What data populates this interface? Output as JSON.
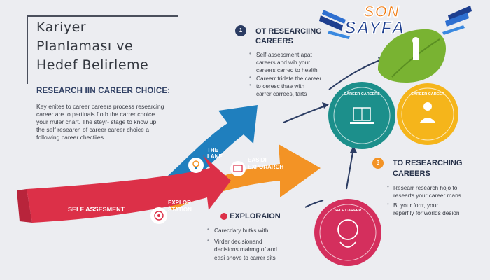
{
  "colors": {
    "background": "#ecedf1",
    "red": "#dc3048",
    "blue": "#1f7fbe",
    "orange": "#f39325",
    "teal": "#1c8f8b",
    "green": "#79b332",
    "yellow": "#f5b51b",
    "magenta": "#d42f5d",
    "navy": "#2b3c63"
  },
  "title": {
    "line1": "Kariyer",
    "line2": "Planlaması ve",
    "line3": "Hedef Belirleme"
  },
  "intro": {
    "heading": "RESEARCH IIN CAREER CHOICE:",
    "lines": [
      "Key enites to career careers process researcing",
      "career are to pertinais fto b the carrer choice",
      "your rruler chart. The steyr- stage to know up",
      "the self researcn of career career choice a",
      "following career chectiies."
    ]
  },
  "logo": {
    "top": "SON",
    "bottom": "SAYFA"
  },
  "step_top": {
    "number": "1",
    "title_line1": "OT RESEARCIING",
    "title_line2": "CAREERS",
    "bullets": [
      "Self-assessment apat",
      "careers and wih your",
      "careers carred to health",
      "Careerr tridate the career",
      "to ceresc thae with",
      "carrer carrees, tarts"
    ]
  },
  "step_right": {
    "number": "3",
    "title_line1": "TO   RESEARCHING",
    "title_line2": "CAREERS",
    "bullets": [
      "Researr research hojo to",
      "researts your career mans",
      "B, your forrr, your",
      "reperfily for worlds desion"
    ]
  },
  "step_bottom": {
    "title": "EXPLORAION",
    "bullets": [
      "Carecdary hutks with",
      "Virder decisionand",
      "decisions malrmg of and",
      "easi shove to carrer sits"
    ]
  },
  "arrow_labels": {
    "self": "SELF ASSESMENT",
    "explor_line1": "EXPLOR",
    "explor_line2": "STATION",
    "lane_line1": "THE",
    "lane_line2": "LANE",
    "easid_line1": "EASIDI",
    "easid_line2": "EXPORARCH"
  },
  "circle_labels": {
    "teal": "CAREER CAREERS",
    "yellow": "CAREER CAREER",
    "magenta": "SELF CAREER"
  }
}
